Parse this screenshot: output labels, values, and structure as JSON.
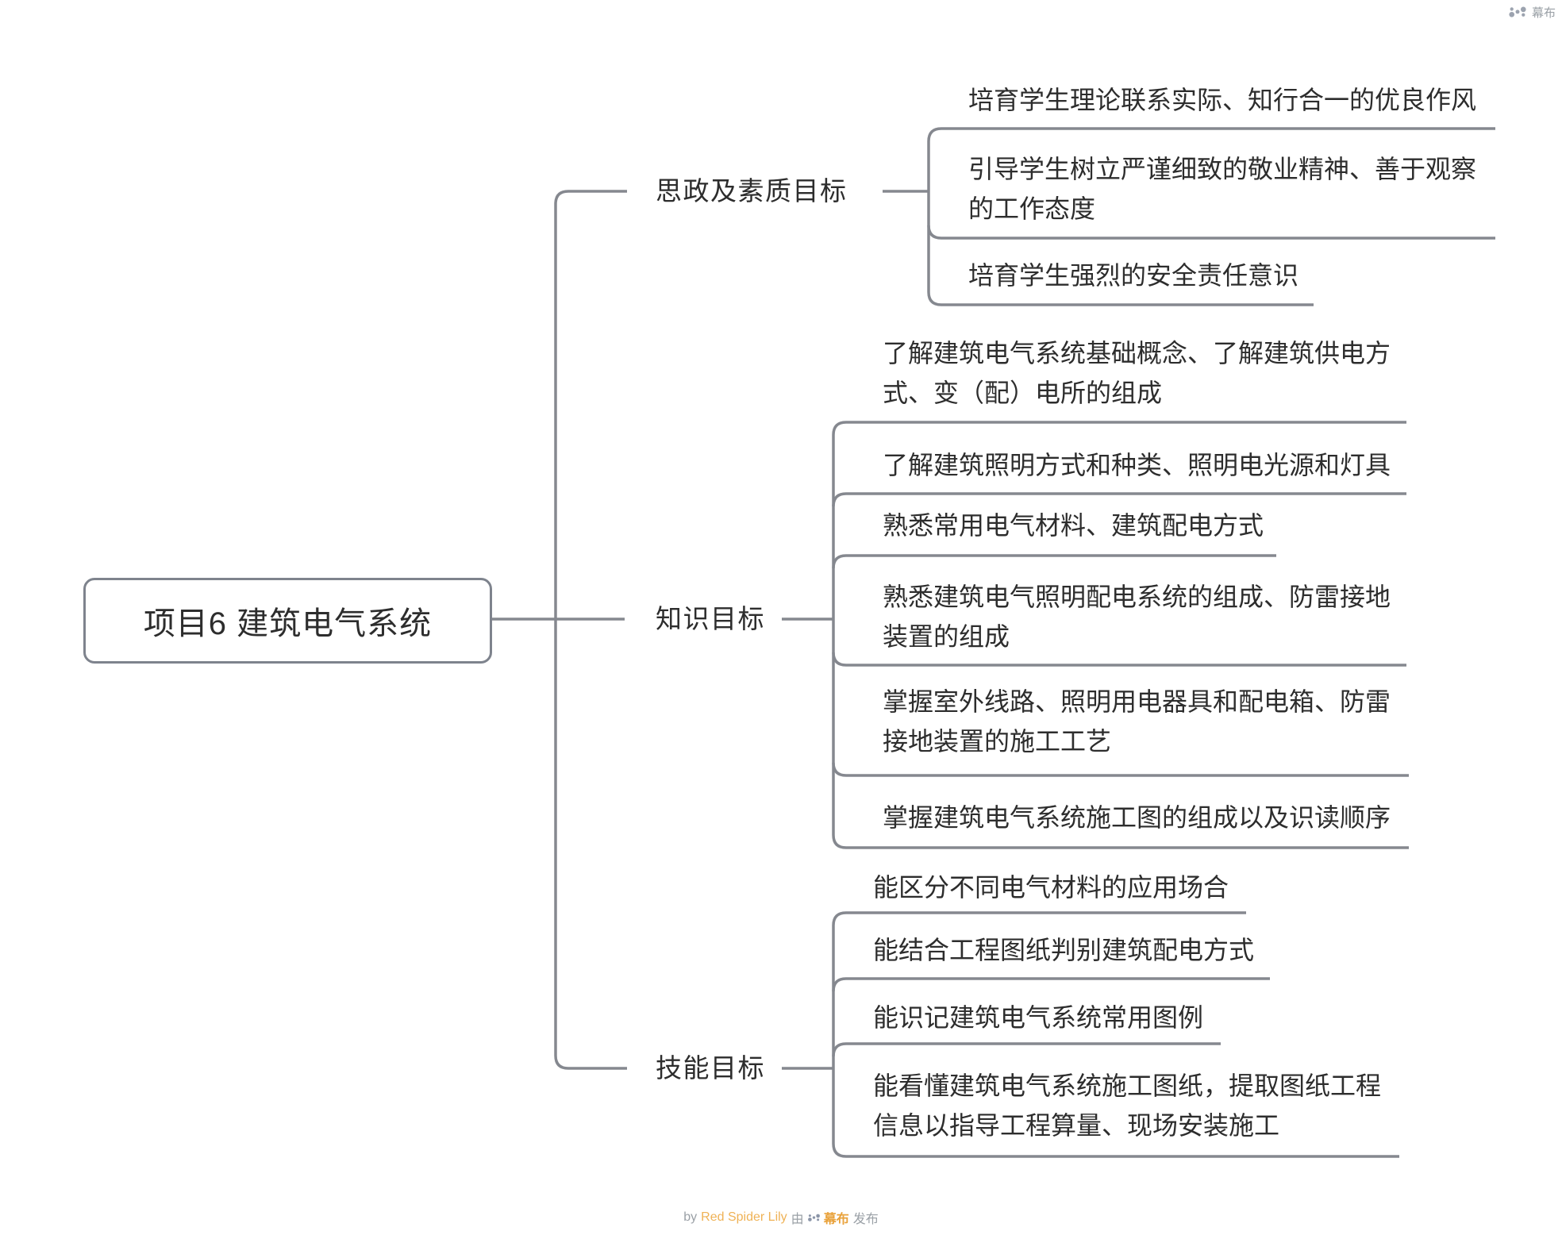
{
  "root": {
    "label": "项目6 建筑电气系统"
  },
  "branches": [
    {
      "label": "思政及素质目标",
      "children": [
        {
          "lines": [
            "培育学生理论联系实际、知行合一的优良作风"
          ]
        },
        {
          "lines": [
            "引导学生树立严谨细致的敬业精神、善于观察",
            "的工作态度"
          ]
        },
        {
          "lines": [
            "培育学生强烈的安全责任意识"
          ]
        }
      ]
    },
    {
      "label": "知识目标",
      "children": [
        {
          "lines": [
            "了解建筑电气系统基础概念、了解建筑供电方",
            "式、变（配）电所的组成"
          ]
        },
        {
          "lines": [
            "了解建筑照明方式和种类、照明电光源和灯具"
          ]
        },
        {
          "lines": [
            "熟悉常用电气材料、建筑配电方式"
          ]
        },
        {
          "lines": [
            "熟悉建筑电气照明配电系统的组成、防雷接地",
            "装置的组成"
          ]
        },
        {
          "lines": [
            "掌握室外线路、照明用电器具和配电箱、防雷",
            "接地装置的施工工艺"
          ]
        },
        {
          "lines": [
            "掌握建筑电气系统施工图的组成以及识读顺序"
          ]
        }
      ]
    },
    {
      "label": "技能目标",
      "children": [
        {
          "lines": [
            "能区分不同电气材料的应用场合"
          ]
        },
        {
          "lines": [
            "能结合工程图纸判别建筑配电方式"
          ]
        },
        {
          "lines": [
            "能识记建筑电气系统常用图例"
          ]
        },
        {
          "lines": [
            "能看懂建筑电气系统施工图纸，提取图纸工程",
            "信息以指导工程算量、现场安装施工"
          ]
        }
      ]
    }
  ],
  "watermark": {
    "brand": "幕布"
  },
  "footer": {
    "by": "by",
    "author": "Red Spider Lily",
    "via": "由",
    "brand": "幕布",
    "publish": "发布"
  },
  "colors": {
    "line": "#85888f",
    "text": "#2d2d2d",
    "accent": "#e9a23b",
    "muted": "#9aa0a6",
    "logo_gray": "#9ca3af",
    "logo_footer": "#8b95a8"
  }
}
